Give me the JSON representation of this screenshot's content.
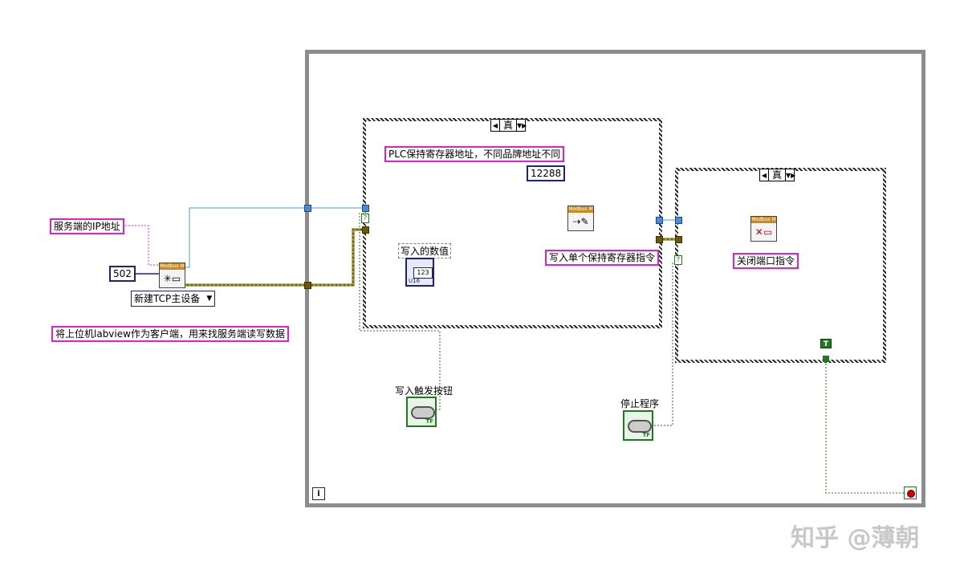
{
  "comments": {
    "ip_address": "服务端的IP地址",
    "client_note": "将上位机labview作为客户端，用来找服务端读写数据",
    "plc_address": "PLC保持寄存器地址，不同品牌地址不同",
    "write_single": "写入单个保持寄存器指令",
    "close_port": "关闭端口指令"
  },
  "constants": {
    "port": "502",
    "register_address": "12288"
  },
  "ring": {
    "value": "新建TCP主设备"
  },
  "case_structures": {
    "write_case_selector": "真",
    "close_case_selector": "真"
  },
  "subvis": {
    "new_master_header": "Modbus M",
    "write_header": "Modbus M",
    "close_header": "Modbus M"
  },
  "controls": {
    "write_value_label": "写入的数值",
    "write_value_display": "123",
    "write_value_type": "U16",
    "write_trigger_label": "写入触发按钮",
    "stop_label": "停止程序",
    "bool_type": "TF"
  },
  "loop": {
    "iteration_terminal": "i",
    "true_constant": "T"
  },
  "watermark": "知乎 @薄朝",
  "colors": {
    "comment_border": "#e020d0",
    "numeric_wire": "#1e88e5",
    "refnum_wire": "#8a7a10",
    "boolean_wire": "#1f7a1f",
    "loop_border": "#8c8c8c"
  }
}
